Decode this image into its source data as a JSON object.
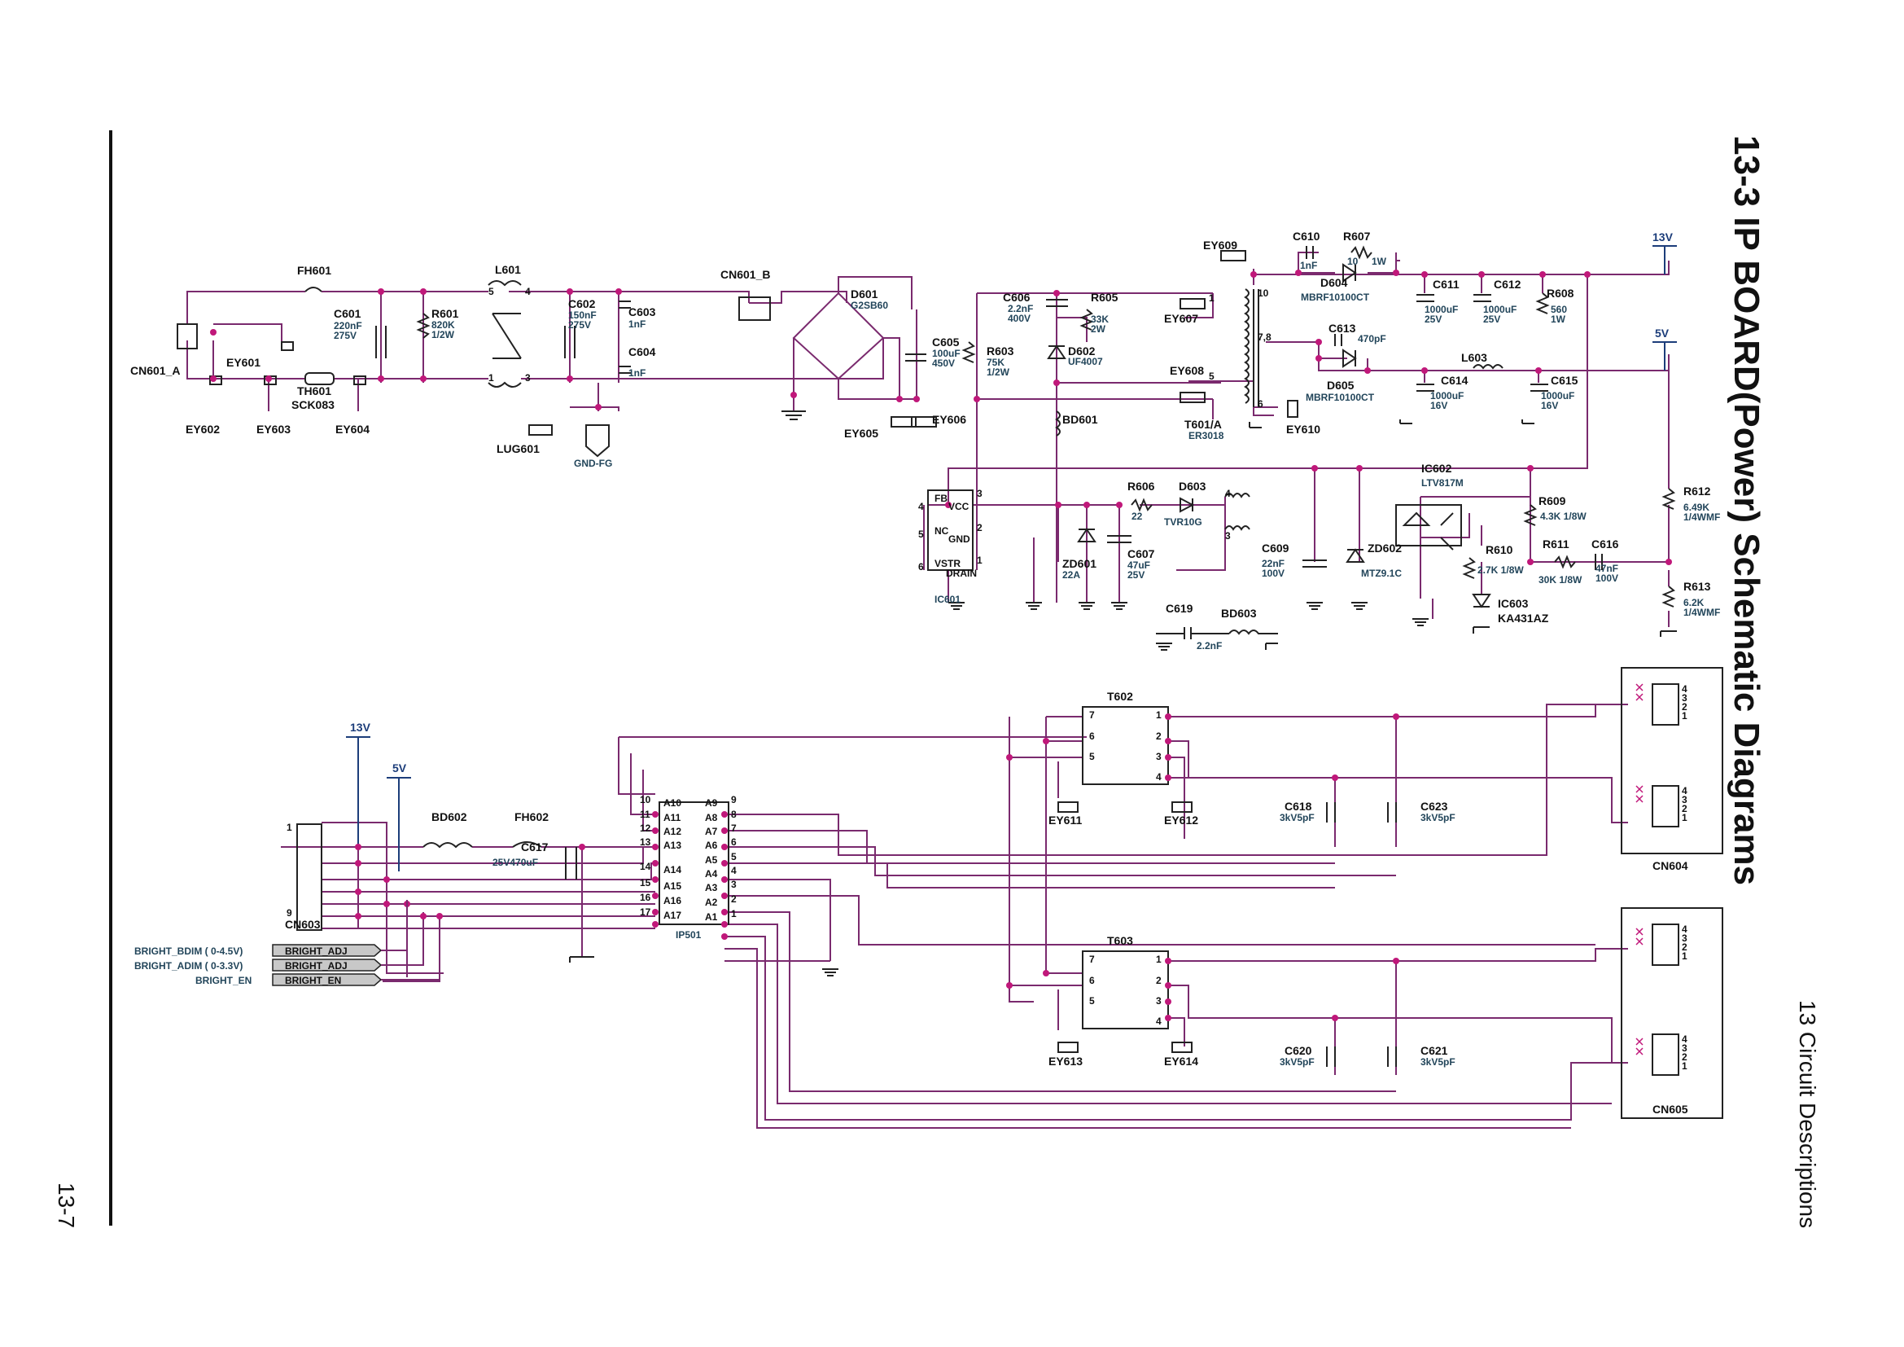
{
  "title": "13-3 IP BOARD(Power) Schematic Diagrams",
  "section": "13 Circuit Descriptions",
  "page_number": "13-7",
  "colors": {
    "wire": "#7a2a6e",
    "junction": "#c0187a",
    "value_text": "#22455a",
    "text": "#111111"
  },
  "components": {
    "cn601_a": "CN601_A",
    "ey601": "EY601",
    "ey602": "EY602",
    "ey603": "EY603",
    "ey604": "EY604",
    "fh601": "FH601",
    "th601": "TH601",
    "th601_val": "SCK083",
    "c601": "C601",
    "c601_v1": "220nF",
    "c601_v2": "275V",
    "r601": "R601",
    "r601_v1": "820K",
    "r601_v2": "1/2W",
    "l601": "L601",
    "c602": "C602",
    "c602_v1": "150nF",
    "c602_v2": "275V",
    "c603": "C603",
    "c603_v": "1nF",
    "c604": "C604",
    "c604_v": "1nF",
    "lug601": "LUG601",
    "gnd_fg": "GND-FG",
    "cn601_b": "CN601_B",
    "d601": "D601",
    "d601_val": "G2SB60",
    "c605": "C605",
    "c605_v1": "100uF",
    "c605_v2": "450V",
    "ey605": "EY605",
    "ey606": "EY606",
    "c606": "C606",
    "c606_v1": "2.2nF",
    "c606_v2": "400V",
    "r605": "R605",
    "r605_v1": "33K",
    "r605_v2": "2W",
    "r603": "R603",
    "r603_v1": "75K",
    "r603_v2": "1/2W",
    "d602": "D602",
    "d602_val": "UF4007",
    "bd601": "BD601",
    "ey609": "EY609",
    "ey607": "EY607",
    "ey608": "EY608",
    "t601": "T601/A",
    "t601_val": "ER3018",
    "c610": "C610",
    "c610_v": "1nF",
    "r607": "R607",
    "r607_v1": "10",
    "r607_v2": "1W",
    "d604": "D604",
    "d604_val": "MBRF10100CT",
    "c613": "C613",
    "c613_v": "470pF",
    "d605": "D605",
    "d605_val": "MBRF10100CT",
    "c611": "C611",
    "c611_v1": "1000uF",
    "c611_v2": "25V",
    "c612": "C612",
    "c612_v1": "1000uF",
    "c612_v2": "25V",
    "r608": "R608",
    "r608_v1": "560",
    "r608_v2": "1W",
    "l603": "L603",
    "c614": "C614",
    "c614_v1": "1000uF",
    "c614_v2": "16V",
    "c615": "C615",
    "c615_v1": "1000uF",
    "c615_v2": "16V",
    "ey610": "EY610",
    "net_13v": "13V",
    "net_5v": "5V",
    "ic602": "IC602",
    "ic602_val": "LTV817M",
    "r609": "R609",
    "r609_val": "4.3K 1/8W",
    "r610": "R610",
    "r610_val": "2.7K 1/8W",
    "r611": "R611",
    "r611_val": "30K 1/8W",
    "c616": "C616",
    "c616_v1": "47nF",
    "c616_v2": "100V",
    "r612": "R612",
    "r612_v1": "6.49K",
    "r612_v2": "1/4WMF",
    "r613": "R613",
    "r613_v1": "6.2K",
    "r613_v2": "1/4WMF",
    "ic603": "IC603",
    "ic603_val": "KA431AZ",
    "ic601": "IC601",
    "ic601_pins": {
      "fb": "FB",
      "nc": "NC",
      "vstr": "VSTR",
      "vcc": "VCC",
      "gnd": "GND",
      "drain": "DRAIN"
    },
    "r606": "R606",
    "r606_v": "22",
    "d603": "D603",
    "d603_val": "TVR10G",
    "zd601": "ZD601",
    "zd601_val": "22A",
    "c607": "C607",
    "c607_v1": "47uF",
    "c607_v2": "25V",
    "c609": "C609",
    "c609_v1": "22nF",
    "c609_v2": "100V",
    "zd602": "ZD602",
    "zd602_val": "MTZ9.1C",
    "c619": "C619",
    "c619_v": "2.2nF",
    "bd603": "BD603",
    "t602": "T602",
    "t603": "T603",
    "ey611": "EY611",
    "ey612": "EY612",
    "ey613": "EY613",
    "ey614": "EY614",
    "c618": "C618",
    "c618_v": "3kV5pF",
    "c623": "C623",
    "c623_v": "3kV5pF",
    "c620": "C620",
    "c620_v": "3kV5pF",
    "c621": "C621",
    "c621_v": "3kV5pF",
    "cn604": "CN604",
    "cn605": "CN605",
    "cn603": "CN603",
    "bd602": "BD602",
    "fh602": "FH602",
    "c617": "C617",
    "c617_val": "25V470uF",
    "ip501": "IP501",
    "bright_bdim": "BRIGHT_BDIM ( 0-4.5V)",
    "bright_adim": "BRIGHT_ADIM ( 0-3.3V)",
    "bright_en": "BRIGHT_EN",
    "tag_adj": "BRIGHT_ADJ",
    "tag_en": "BRIGHT_EN"
  },
  "ip501_left_pins": [
    "A10",
    "A11",
    "A12",
    "A13",
    "A14",
    "A15",
    "A16",
    "A17"
  ],
  "ip501_left_nums": [
    "10",
    "11",
    "12",
    "13",
    "14",
    "15",
    "16",
    "17"
  ],
  "ip501_right_pins": [
    "A9",
    "A8",
    "A7",
    "A6",
    "A5",
    "A4",
    "A3",
    "A2",
    "A1"
  ],
  "ip501_right_nums": [
    "9",
    "8",
    "7",
    "6",
    "5",
    "4",
    "3",
    "2",
    "1"
  ],
  "connector_pins": [
    "4",
    "3",
    "2",
    "1"
  ]
}
